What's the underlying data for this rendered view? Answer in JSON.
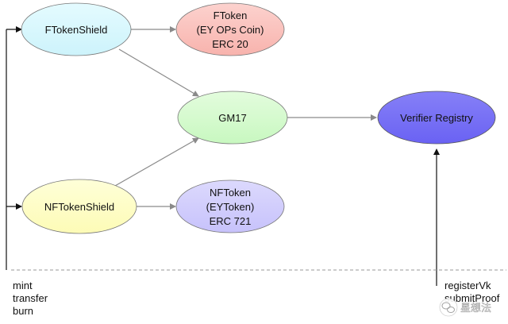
{
  "nodes": {
    "ftokenshield": {
      "label": "FTokenShield",
      "color": "#cdf3fb"
    },
    "ftoken": {
      "lines": [
        "FToken",
        "(EY OPs Coin)",
        "ERC 20"
      ],
      "color": "#f8b3ad"
    },
    "gm17": {
      "label": "GM17",
      "color": "#c8f8c0"
    },
    "verifier_registry": {
      "label": "Verifier Registry",
      "color": "#6a62f3"
    },
    "nftokenshield": {
      "label": "NFTokenShield",
      "color": "#fdfbb6"
    },
    "nftoken": {
      "lines": [
        "NFToken",
        "(EYToken)",
        "ERC 721"
      ],
      "color": "#c7c2fb"
    }
  },
  "left_actions": [
    "mint",
    "transfer",
    "burn"
  ],
  "right_actions": [
    "registerVk",
    "submitProof"
  ],
  "watermark": {
    "text": "星想法",
    "icon": "wechat-icon"
  }
}
